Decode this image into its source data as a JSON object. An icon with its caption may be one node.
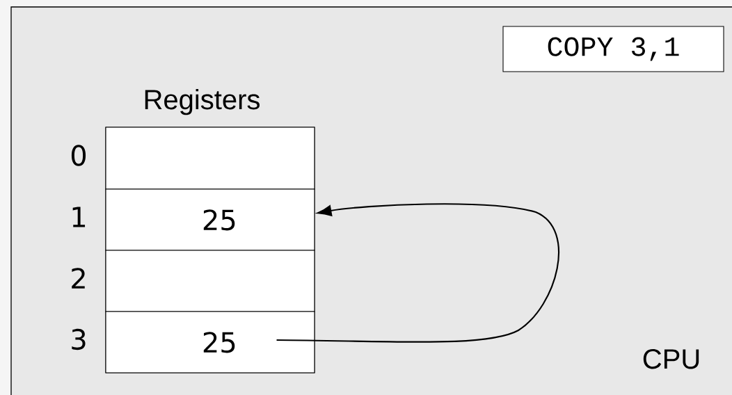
{
  "diagram": {
    "nodes": [
      {
        "text": [
          "CPU"
        ]
      },
      {
        "text": [
          "COPY 3,1"
        ],
        "in": 0
      },
      {
        "text": [
          "Registers"
        ],
        "in": 0
      },
      {
        "text": [],
        "shape": "box",
        "in": 2,
        "beside": [
          "0"
        ]
      },
      {
        "text": [
          "25"
        ],
        "in": 2,
        "beside": [
          "1"
        ]
      },
      {
        "text": [],
        "shape": "box",
        "in": 2,
        "beside": [
          "2"
        ]
      },
      {
        "text": [
          "25"
        ],
        "in": 2,
        "beside": [
          "3"
        ]
      }
    ],
    "edges": [
      {
        "from": 6,
        "to": 4,
        "arrow": "to"
      }
    ]
  }
}
